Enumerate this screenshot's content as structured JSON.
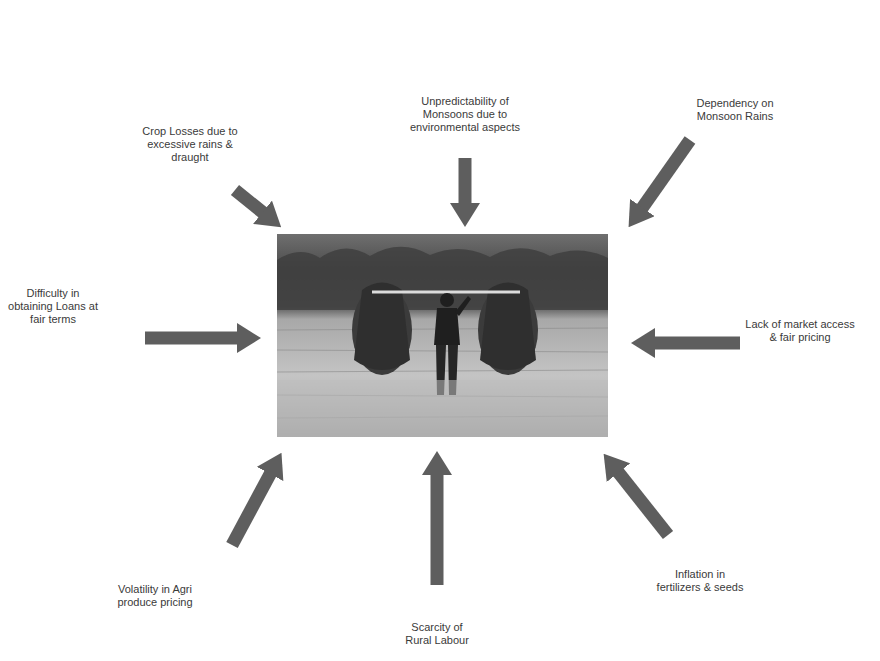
{
  "diagram": {
    "labels": [
      "Crop Losses due to excessive rains & draught",
      "Unpredictability of Monsoons due to environmental aspects",
      "Dependency on Monsoon Rains",
      "Difficulty in obtaining Loans at fair terms",
      "Lack of market access & fair pricing",
      "Volatility in Agri produce pricing",
      "Scarcity of Rural Labour",
      "Inflation in fertilizers & seeds"
    ]
  }
}
